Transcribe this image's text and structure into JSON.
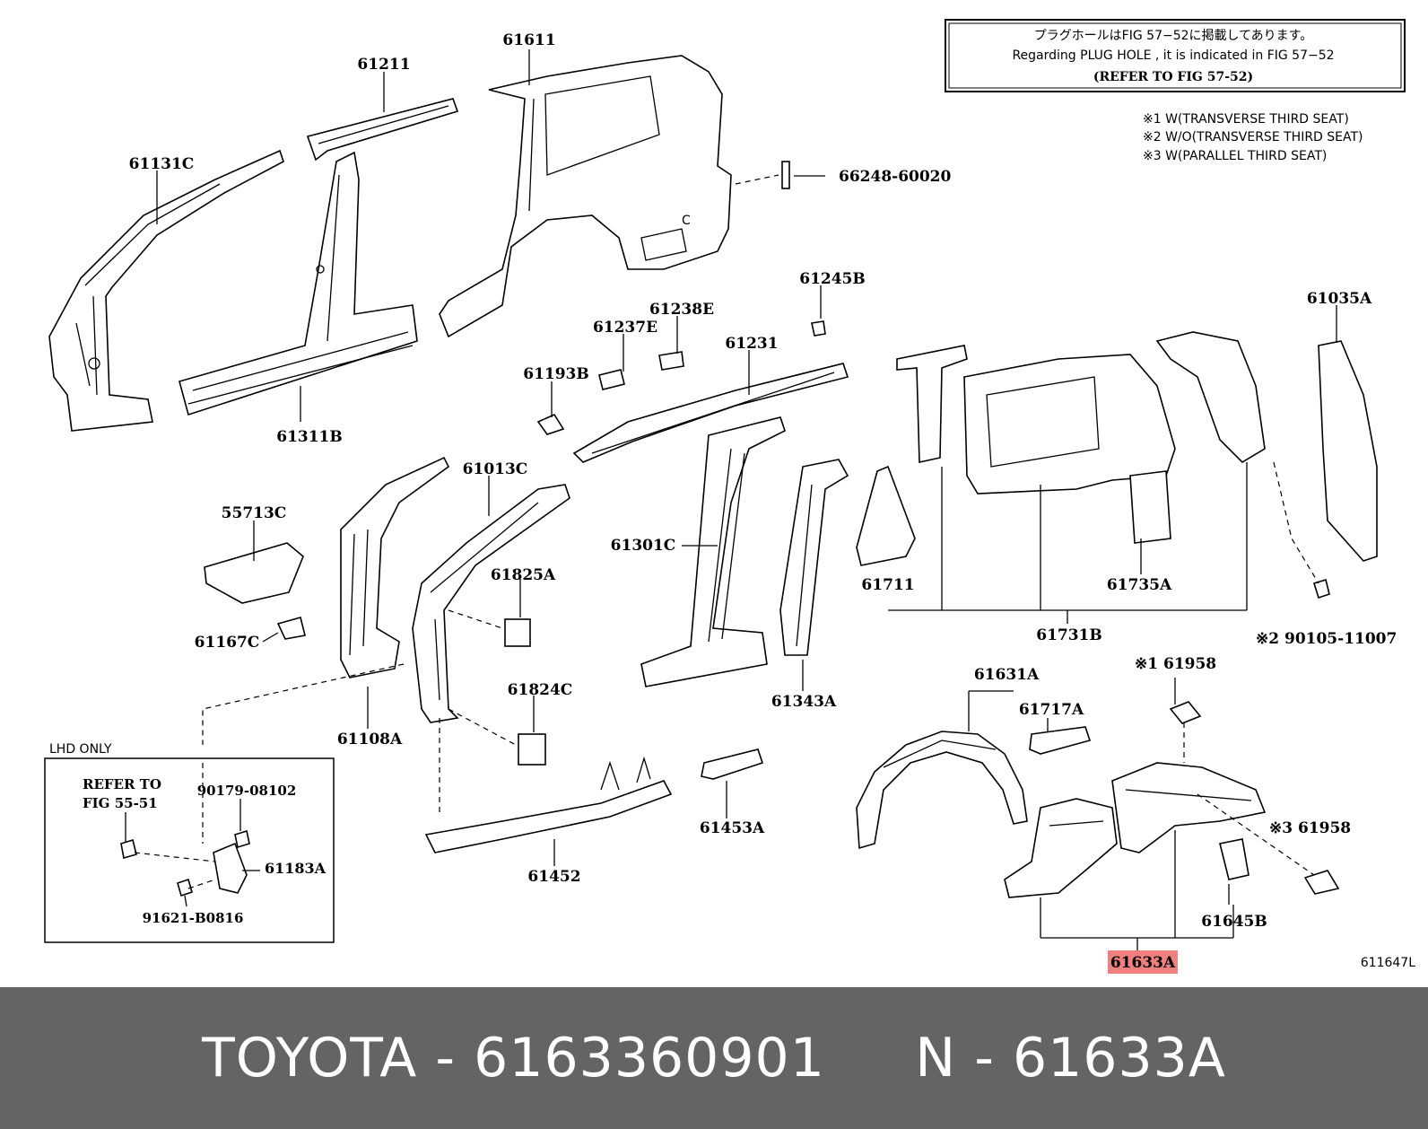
{
  "notes": {
    "box_line1": "プラグホールはFIG  57−52に掲載してあります。",
    "box_line2": "Regarding  PLUG  HOLE , it is indicated in FIG  57−52",
    "box_line3": "(REFER  TO  FIG  57-52)",
    "footnote1": "※1 W(TRANSVERSE THIRD SEAT)",
    "footnote2": "※2 W/O(TRANSVERSE THIRD SEAT)",
    "footnote3": "※3 W(PARALLEL THIRD SEAT)"
  },
  "labels": {
    "p61611": "61611",
    "p61211": "61211",
    "p61131c": "61131C",
    "p66248": "66248-60020",
    "p61311b": "61311B",
    "p61245b": "61245B",
    "p61238e": "61238E",
    "p61237e": "61237E",
    "p61231": "61231",
    "p61193b": "61193B",
    "p61035a": "61035A",
    "p61013c": "61013C",
    "p55713c": "55713C",
    "p61825a": "61825A",
    "p61301c": "61301C",
    "p61711": "61711",
    "p61735a": "61735A",
    "p61167c": "61167C",
    "p61731b": "61731B",
    "p90105": "※2 90105-11007",
    "p61108a": "61108A",
    "p61824c": "61824C",
    "p61343a": "61343A",
    "p61958a": "※1 61958",
    "p61631a": "61631A",
    "p61717a": "61717A",
    "p61453a": "61453A",
    "p61452": "61452",
    "p61958b": "※3 61958",
    "p61645b": "61645B",
    "p61633a": "61633A",
    "figcode": "611647L"
  },
  "lhd": {
    "title": "LHD ONLY",
    "refer1": "REFER  TO",
    "refer2": "FIG  55-51",
    "p90179": "90179-08102",
    "p61183a": "61183A",
    "p91621": "91621-B0816"
  },
  "highlight_color": "#f08080",
  "footer": {
    "brand": "TOYOTA",
    "sep": " - ",
    "part_number": "6163360901",
    "gap": "     ",
    "n_prefix": "N - ",
    "n_value": "61633A"
  }
}
